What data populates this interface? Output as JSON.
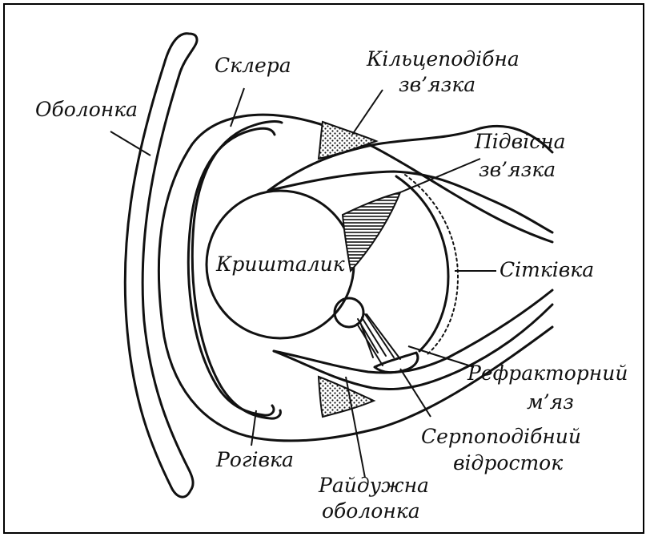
{
  "labels": {
    "obolonka": "Оболонка",
    "sklera": "Склера",
    "kiltse_1": "Кільцеподібна",
    "kiltse_2": "зв’язка",
    "pidvisna_1": "Підвісна",
    "pidvisna_2": "зв’язка",
    "kryshtalyk": "Кришталик",
    "sitkivka": "Сітківка",
    "refrakt_1": "Рефракторний",
    "refrakt_2": "м’яз",
    "serpo_1": "Серпоподібний",
    "serpo_2": "відросток",
    "rogivka": "Рогівка",
    "raiduzh_1": "Райдужна",
    "raiduzh_2": "оболонка"
  }
}
